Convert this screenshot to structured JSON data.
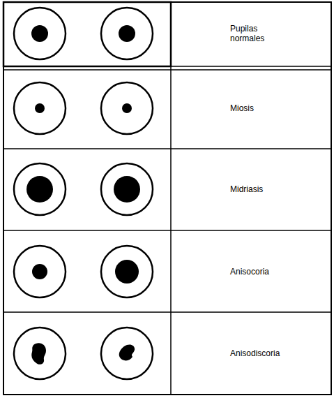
{
  "diagram": {
    "labels": [
      "Pupilas normales",
      "Miosis",
      "Midriasis",
      "Anisocoria",
      "Anisodiscoria"
    ]
  }
}
